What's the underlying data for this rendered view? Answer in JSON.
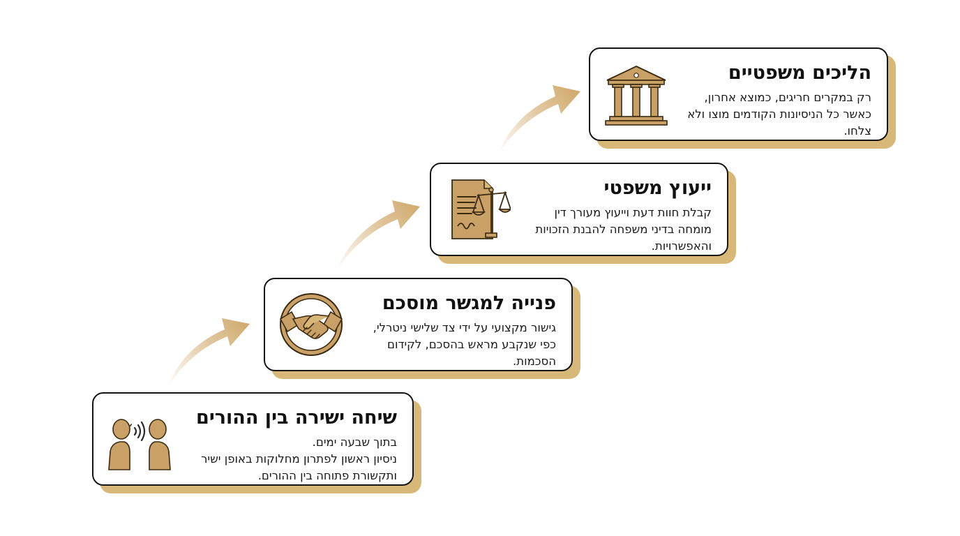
{
  "steps": [
    {
      "title": "שיחה ישירה בין ההורים",
      "lines": [
        "בתוך שבעה ימים.",
        "ניסיון ראשון לפתרון מחלוקות באופן ישיר",
        "ותקשורת פתוחה בין ההורים."
      ],
      "icon": "talking-people-icon"
    },
    {
      "title": "פנייה למגשר מוסכם",
      "lines": [
        "גישור מקצועי על ידי צד שלישי ניטרלי,",
        "כפי שנקבע מראש בהסכם, לקידום",
        "הסכמות."
      ],
      "icon": "handshake-icon"
    },
    {
      "title": "ייעוץ משפטי",
      "lines": [
        "קבלת חוות דעת וייעוץ מעורך דין",
        "מומחה בדיני משפחה להבנת הזכויות",
        "והאפשרויות."
      ],
      "icon": "legal-document-scales-icon"
    },
    {
      "title": "הליכים משפטיים",
      "lines": [
        "רק במקרים חריגים, כמוצא אחרון,",
        "כאשר כל הניסיונות הקודמים מוצו ולא",
        "צלחו."
      ],
      "icon": "courthouse-icon"
    }
  ],
  "colors": {
    "gold": "#c9a065",
    "gold_dark": "#3a2a12",
    "shadow": "#d7b879",
    "border": "#151515"
  }
}
